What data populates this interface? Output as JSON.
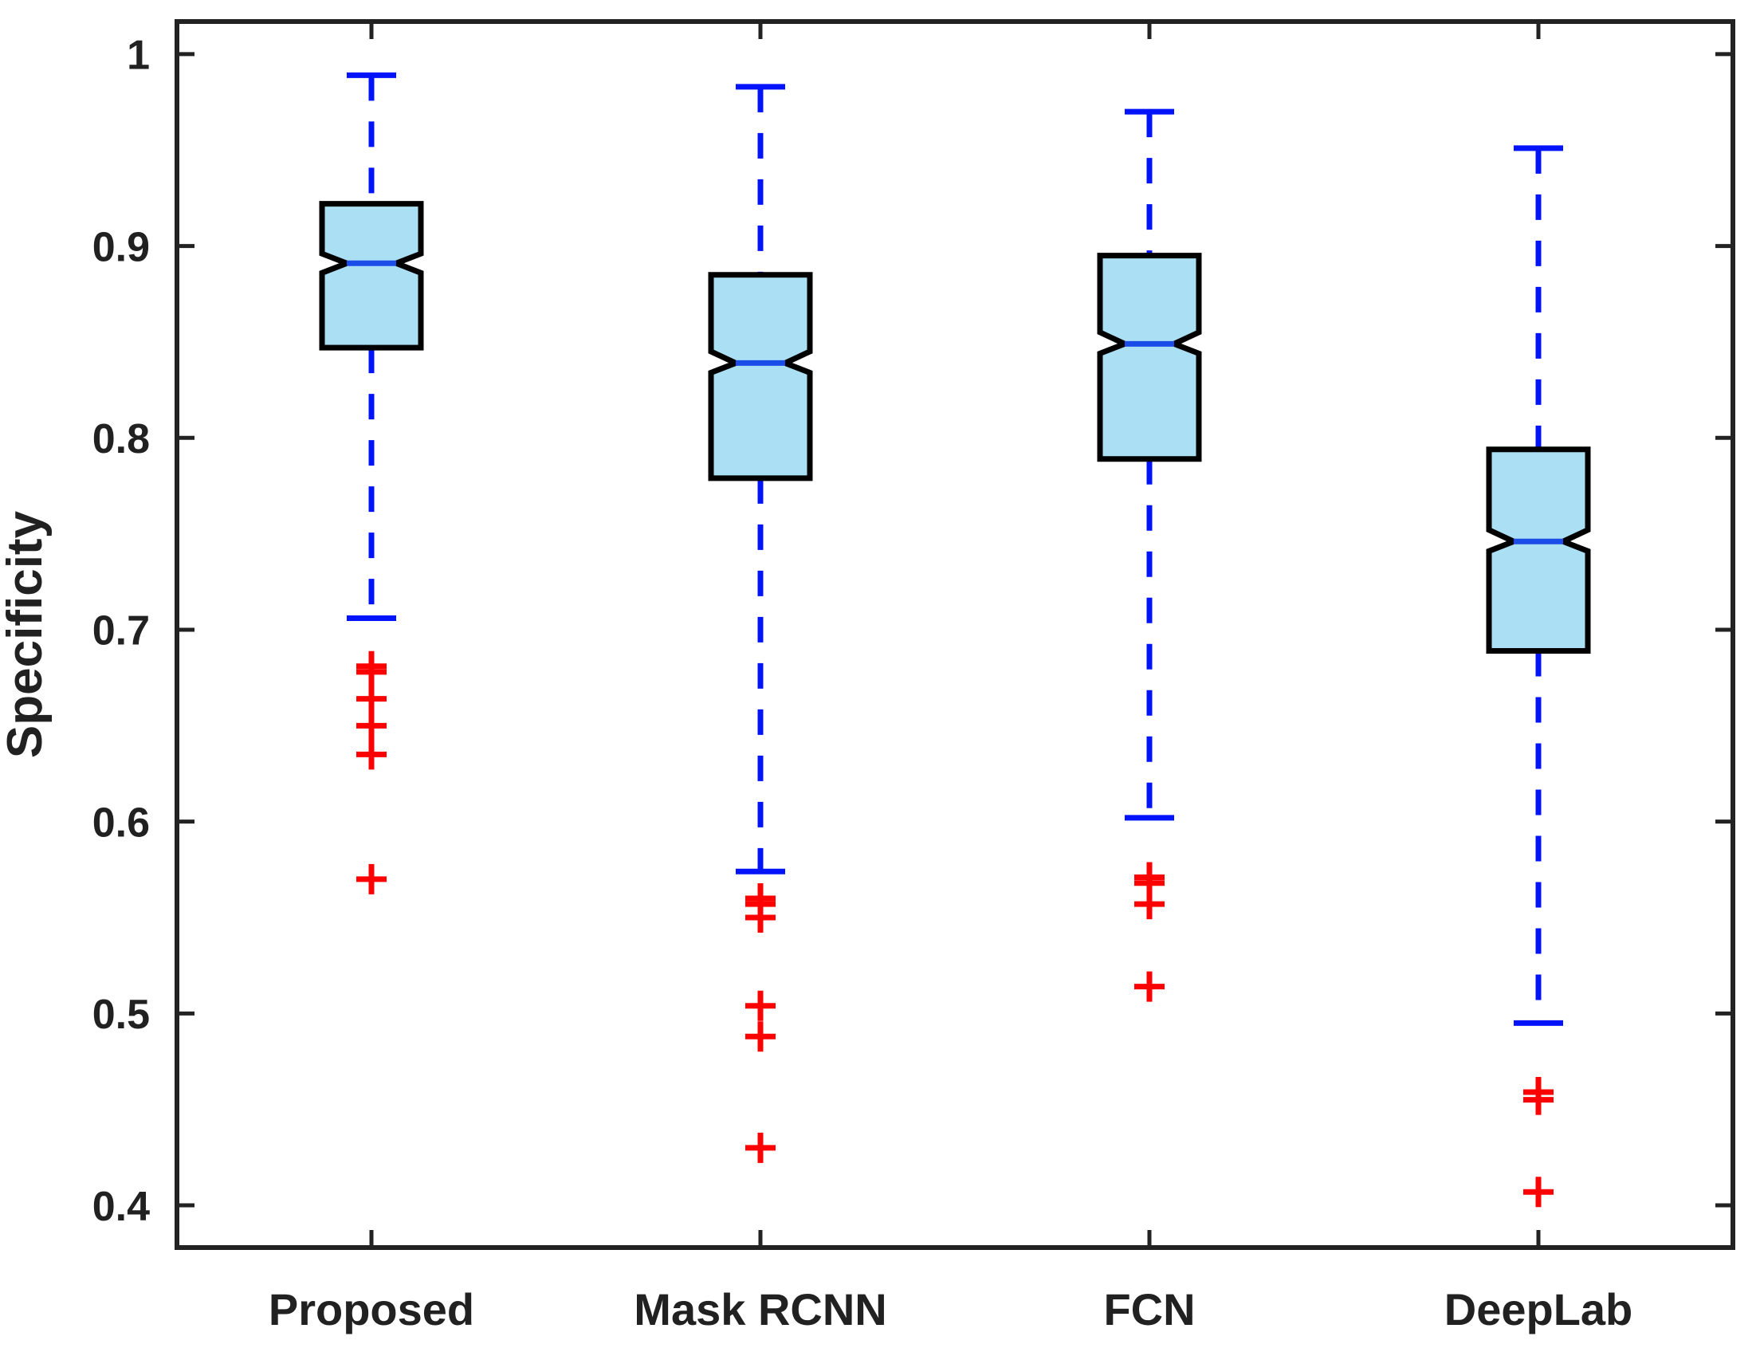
{
  "figure": {
    "kind": "notched-box-plot",
    "background": "#ffffff"
  },
  "chart_data": {
    "type": "boxplot",
    "title": "",
    "xlabel": "",
    "ylabel": "Specificity",
    "categories": [
      "Proposed",
      "Mask RCNN",
      "FCN",
      "DeepLab"
    ],
    "y_ticks": [
      1.0,
      0.9,
      0.8,
      0.7,
      0.6,
      0.5,
      0.4
    ],
    "y_tick_labels": [
      "1",
      "0.9",
      "0.8",
      "0.7",
      "0.6",
      "0.5",
      "0.4"
    ],
    "ylim": [
      0.378,
      1.017
    ],
    "grid": false,
    "notched": true,
    "legend": null,
    "series": [
      {
        "name": "Proposed",
        "whisker_high": 0.989,
        "q3": 0.922,
        "median": 0.891,
        "q1": 0.847,
        "whisker_low": 0.706,
        "notch_hi": 0.896,
        "notch_lo": 0.886,
        "outliers": [
          0.681,
          0.678,
          0.664,
          0.65,
          0.635,
          0.57
        ]
      },
      {
        "name": "Mask RCNN",
        "whisker_high": 0.983,
        "q3": 0.885,
        "median": 0.839,
        "q1": 0.779,
        "whisker_low": 0.574,
        "notch_hi": 0.845,
        "notch_lo": 0.834,
        "outliers": [
          0.56,
          0.557,
          0.55,
          0.504,
          0.488,
          0.43
        ]
      },
      {
        "name": "FCN",
        "whisker_high": 0.97,
        "q3": 0.895,
        "median": 0.849,
        "q1": 0.789,
        "whisker_low": 0.602,
        "notch_hi": 0.855,
        "notch_lo": 0.844,
        "outliers": [
          0.571,
          0.568,
          0.557,
          0.514
        ]
      },
      {
        "name": "DeepLab",
        "whisker_high": 0.951,
        "q3": 0.794,
        "median": 0.746,
        "q1": 0.689,
        "whisker_low": 0.495,
        "notch_hi": 0.752,
        "notch_lo": 0.741,
        "outliers": [
          0.459,
          0.455,
          0.407
        ]
      }
    ],
    "colors": {
      "box_fill": "#abdff3",
      "box_edge": "#000000",
      "whisker": "#0013fa",
      "median": "#1c4ce8",
      "outlier": "#ff0000",
      "axis": "#222222"
    }
  }
}
